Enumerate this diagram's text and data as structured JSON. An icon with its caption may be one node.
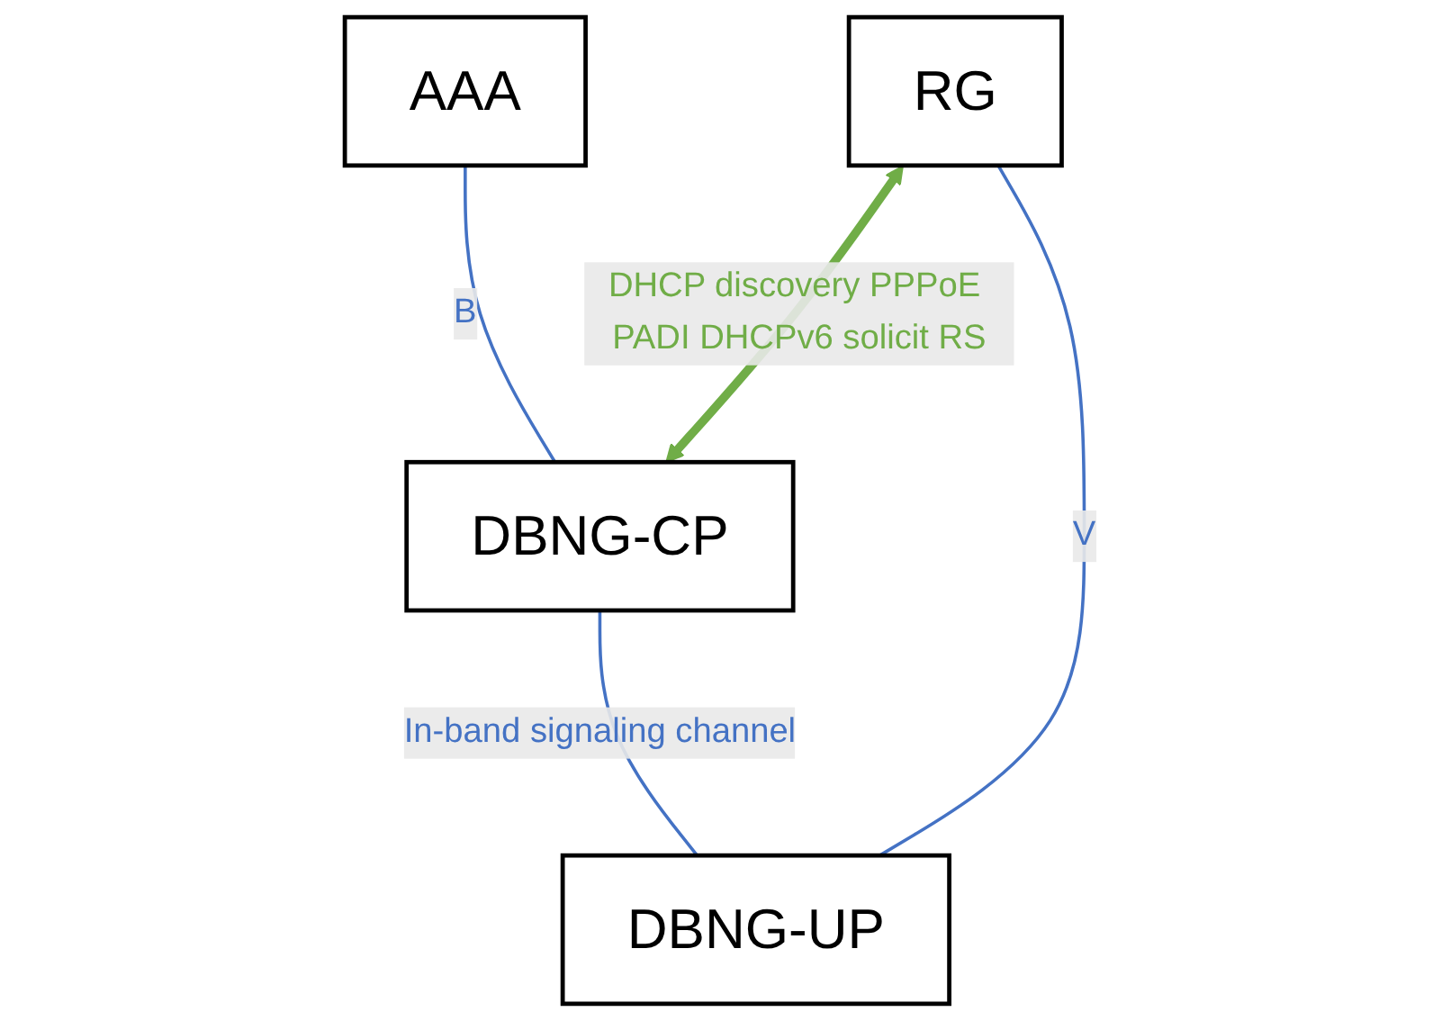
{
  "diagram": {
    "nodes": [
      {
        "text": [
          "AAA"
        ]
      },
      {
        "text": [
          "DBNG-CP"
        ]
      },
      {
        "text": [
          "RG"
        ]
      },
      {
        "text": [
          "DBNG-UP"
        ]
      }
    ],
    "edges": [
      {
        "from": 0,
        "to": 1,
        "arrow": "none",
        "label": "B"
      },
      {
        "from": 1,
        "to": 3,
        "arrow": "none",
        "label": "In-band signaling channel"
      },
      {
        "from": 2,
        "to": 3,
        "arrow": "none",
        "label": "V"
      },
      {
        "from": 2,
        "to": 1,
        "arrow": "both",
        "style": "thick",
        "color": "#70ad47",
        "label": "DHCP discovery PPPoE PADI DHCPv6 solicit RS"
      }
    ]
  }
}
